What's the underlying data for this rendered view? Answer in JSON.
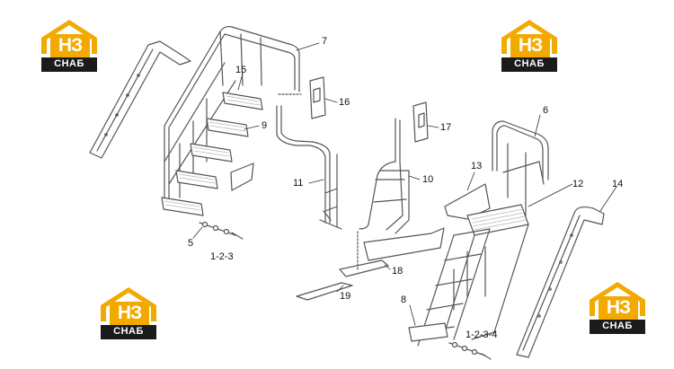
{
  "brand": {
    "logo_main": "НЗ",
    "logo_sub": "СНАБ",
    "colors": {
      "roof": "#f2a900",
      "block": "#1b1b1b",
      "text": "#ffffff"
    }
  },
  "callouts": {
    "c1": "7",
    "c2": "15",
    "c3": "16",
    "c4": "9",
    "c5": "17",
    "c6": "6",
    "c7": "13",
    "c8": "12",
    "c9": "14",
    "c10": "11",
    "c11": "10",
    "c12": "5",
    "c13": "1-2-3",
    "c14": "18",
    "c15": "19",
    "c16": "8",
    "c17": "1-2-3-4"
  },
  "colors": {
    "line": "#555555",
    "part_fill": "#ffffff",
    "grate": "#b8b8b8"
  }
}
